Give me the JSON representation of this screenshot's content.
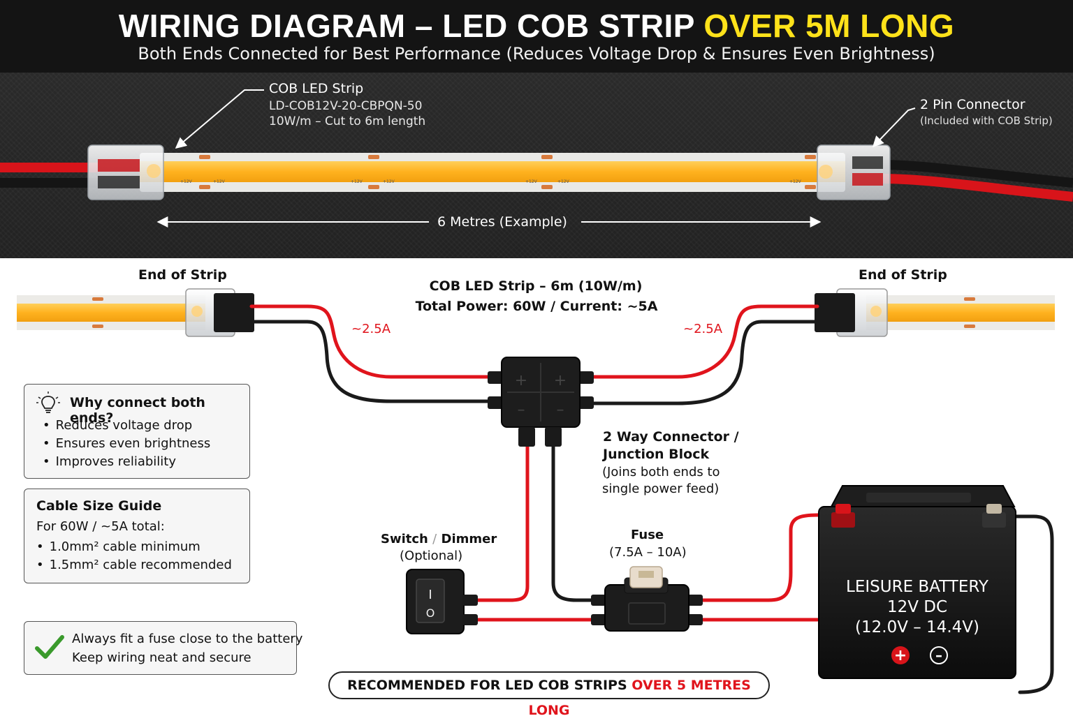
{
  "header": {
    "title_main": "WIRING DIAGRAM – LED COB STRIP ",
    "title_highlight": "OVER 5M LONG",
    "subtitle": "Both Ends Connected for Best Performance (Reduces Voltage Drop & Ensures Even Brightness)"
  },
  "photo": {
    "strip_label_title": "COB LED Strip",
    "strip_label_model": "LD-COB12V-20-CBPQN-50",
    "strip_label_spec": "10W/m – Cut to 6m length",
    "connector_label_title": "2 Pin Connector",
    "connector_label_note": "(Included with COB Strip)",
    "length_label": "6 Metres (Example)",
    "pcb_marks": [
      "+12V",
      "+12V",
      "+12V",
      "+12V",
      "+12V",
      "+12V",
      "+12V"
    ]
  },
  "diagram": {
    "left_end_label": "End of Strip",
    "right_end_label": "End of Strip",
    "center_title": "COB LED Strip – 6m (10W/m)",
    "center_power": "Total Power: 60W / Current: ~5A",
    "left_current": "~2.5A",
    "right_current": "~2.5A",
    "junction_label_1": "2 Way Connector /",
    "junction_label_2": "Junction Block",
    "junction_note_1": "(Joins both ends to",
    "junction_note_2": "single power feed)",
    "junction_symbols": [
      "+",
      "+",
      "–",
      "–"
    ],
    "switch_label_a": "Switch",
    "switch_label_sep": "/",
    "switch_label_b": "Dimmer",
    "switch_note": "(Optional)",
    "switch_on_symbol": "I",
    "switch_off_symbol": "O",
    "fuse_label": "Fuse",
    "fuse_note": "(7.5A – 10A)",
    "battery_line1": "LEISURE BATTERY",
    "battery_line2": "12V DC",
    "battery_line3": "(12.0V – 14.4V)",
    "battery_plus": "+",
    "battery_minus": "–"
  },
  "why_box": {
    "heading": "Why connect both ends?",
    "items": [
      "Reduces voltage drop",
      "Ensures even brightness",
      "Improves reliability"
    ]
  },
  "cable_box": {
    "heading": "Cable Size Guide",
    "intro": "For 60W / ~5A total:",
    "items": [
      "1.0mm² cable minimum",
      "1.5mm² cable recommended"
    ]
  },
  "tip_box": {
    "line1": "Always fit a fuse close to the battery",
    "line2": "Keep wiring neat and secure"
  },
  "banner": {
    "text": "RECOMMENDED FOR LED COB STRIPS ",
    "highlight": "OVER 5 METRES LONG"
  },
  "colors": {
    "wire_red": "#e0141c",
    "wire_black": "#1a1a1a",
    "led_amber": "#ffb21f",
    "highlight_yellow": "#ffe21a"
  }
}
